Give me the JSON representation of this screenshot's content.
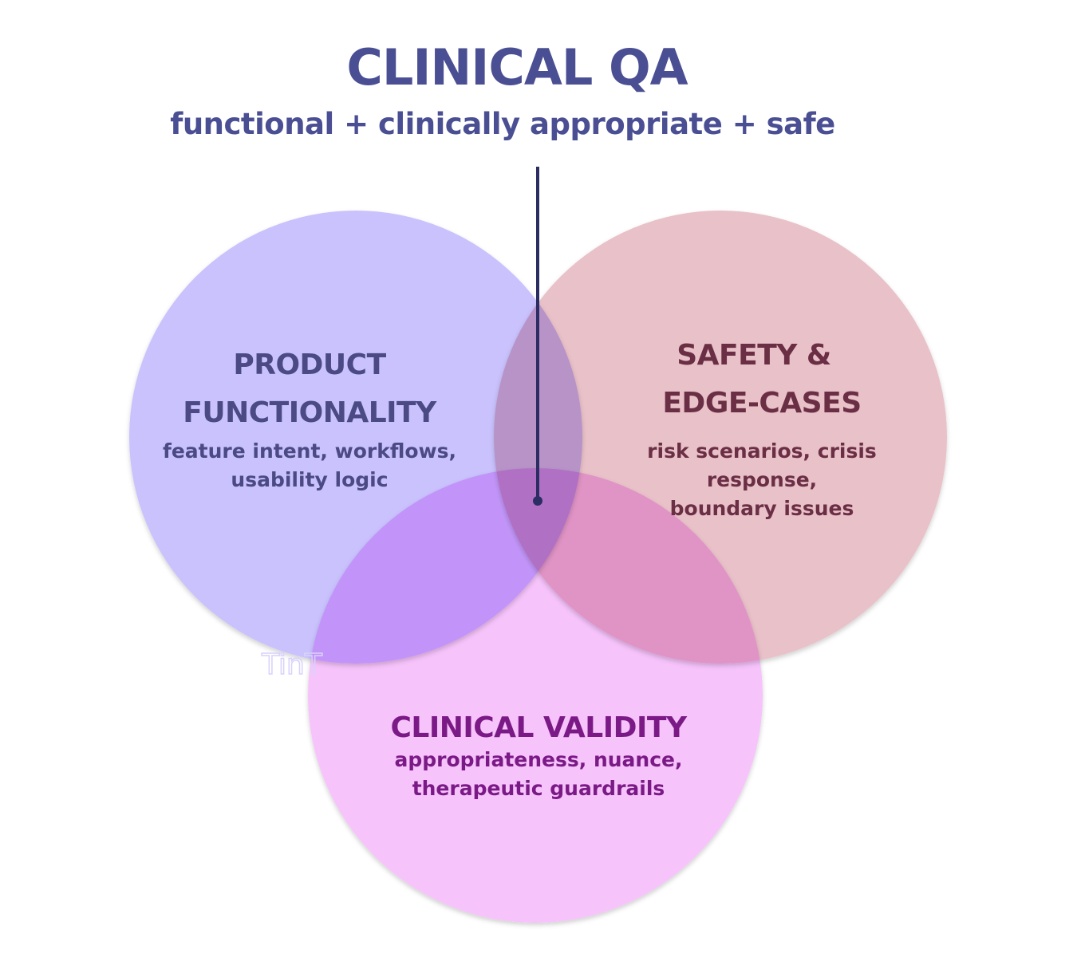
{
  "title": "CLINICAL QA",
  "subtitle": "functional + clinically appropriate + safe",
  "circles": [
    {
      "id": "product",
      "heading": [
        "PRODUCT",
        "FUNCTIONALITY"
      ],
      "description": [
        "feature intent, workflows,",
        "usability logic"
      ],
      "color": "#c9c2fd",
      "text_color": "#4b4a85"
    },
    {
      "id": "safety",
      "heading": [
        "SAFETY &",
        "EDGE-CASES"
      ],
      "description": [
        "risk scenarios, crisis response,",
        "boundary issues"
      ],
      "color": "#e9c1c9",
      "text_color": "#6b2f45"
    },
    {
      "id": "clinical",
      "heading": [
        "CLINICAL VALIDITY"
      ],
      "description": [
        "appropriateness, nuance,",
        "therapeutic guardrails"
      ],
      "color": "#f6c3fb",
      "text_color": "#7b1a86"
    }
  ],
  "pointer_color": "#2c2d63",
  "logo": "TinT"
}
